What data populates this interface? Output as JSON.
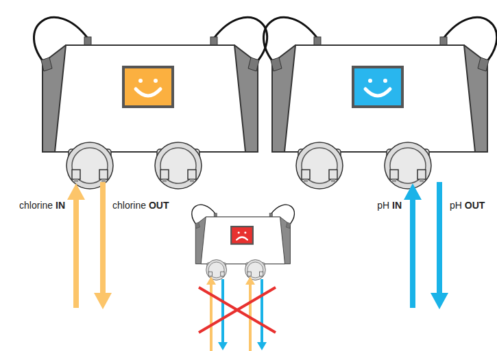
{
  "diagram": {
    "labels": [
      "chlorine IN",
      "chlorine OUT",
      "pH IN",
      "pH OUT"
    ]
  }
}
